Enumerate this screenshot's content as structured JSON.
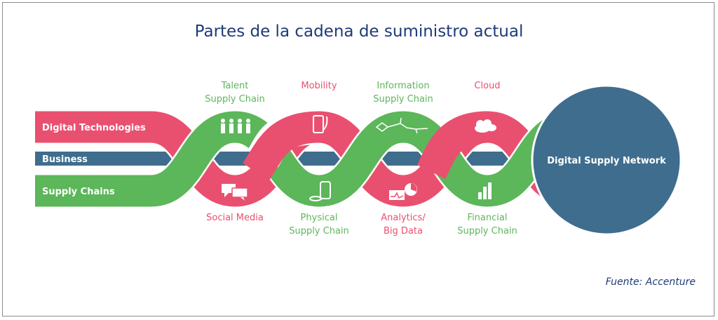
{
  "title": "Partes de la cadena de suministro actual",
  "colors": {
    "pink": "#e9506f",
    "green": "#5cb65a",
    "blue": "#3f6d8e",
    "title": "#1f3a78"
  },
  "bands": {
    "digital_technologies": "Digital Technologies",
    "business": "Business",
    "supply_chains": "Supply Chains"
  },
  "top_labels": [
    {
      "line1": "Talent",
      "line2": "Supply Chain",
      "icon": "people-icon"
    },
    {
      "line1": "Mobility",
      "line2": "",
      "icon": "smartphone-icon"
    },
    {
      "line1": "Information",
      "line2": "Supply Chain",
      "icon": "network-icon"
    },
    {
      "line1": "Cloud",
      "line2": "",
      "icon": "cloud-icon"
    }
  ],
  "bottom_labels": [
    {
      "line1": "Social Media",
      "line2": "",
      "icon": "chat-bubbles-icon"
    },
    {
      "line1": "Physical",
      "line2": "Supply Chain",
      "icon": "coins-icon"
    },
    {
      "line1": "Analytics/",
      "line2": "Big Data",
      "icon": "analytics-icon"
    },
    {
      "line1": "Financial",
      "line2": "Supply Chain",
      "icon": "bar-chart-icon"
    }
  ],
  "circle_label": "Digital Supply Network",
  "source": "Fuente: Accenture"
}
